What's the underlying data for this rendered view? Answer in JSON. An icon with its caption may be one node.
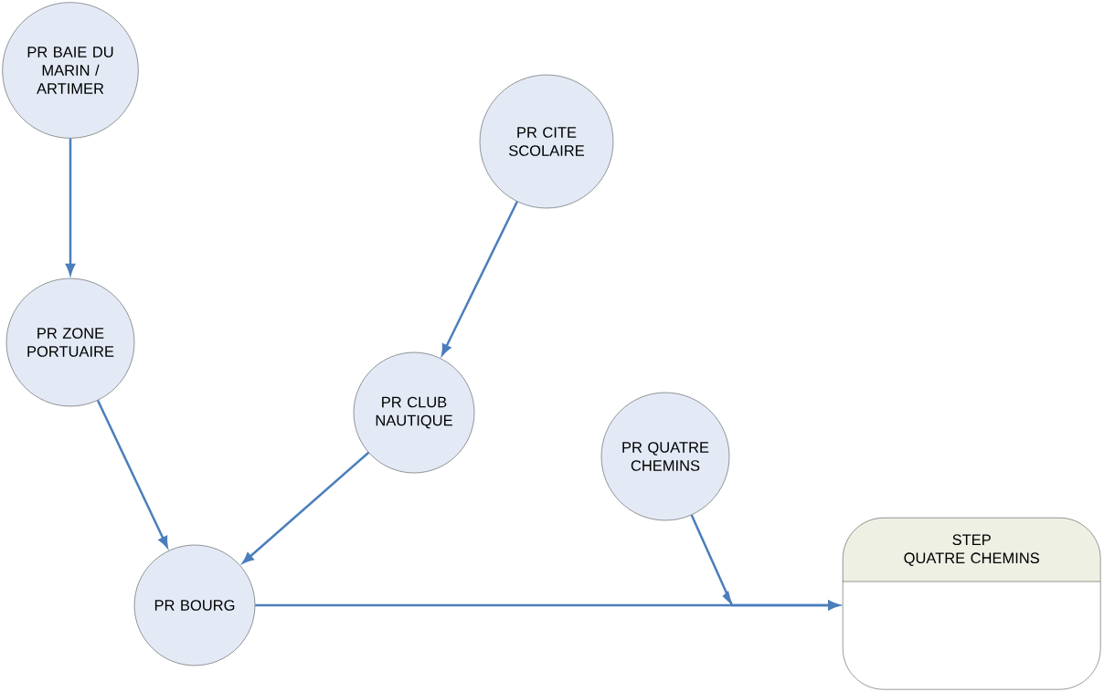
{
  "diagram": {
    "nodes": [
      {
        "text": [
          "PR BAIE DU MARIN / ARTIMER"
        ]
      },
      {
        "text": [
          "PR CITE SCOLAIRE"
        ]
      },
      {
        "text": [
          "PR ZONE PORTUAIRE"
        ]
      },
      {
        "text": [
          "PR CLUB NAUTIQUE"
        ]
      },
      {
        "text": [
          "PR QUATRE CHEMINS"
        ]
      },
      {
        "text": [
          "PR BOURG"
        ]
      },
      {
        "text": [
          "STEP QUATRE CHEMINS"
        ]
      }
    ],
    "edges": [
      {
        "from": 0,
        "to": 2,
        "arrow": "to"
      },
      {
        "from": 1,
        "to": 3,
        "arrow": "to"
      },
      {
        "from": 2,
        "to": 5,
        "arrow": "to"
      },
      {
        "from": 3,
        "to": 5,
        "arrow": "to"
      },
      {
        "from": 5,
        "to": 6,
        "arrow": "to"
      },
      {
        "from": 4,
        "to": 6,
        "arrow": "to"
      }
    ]
  }
}
